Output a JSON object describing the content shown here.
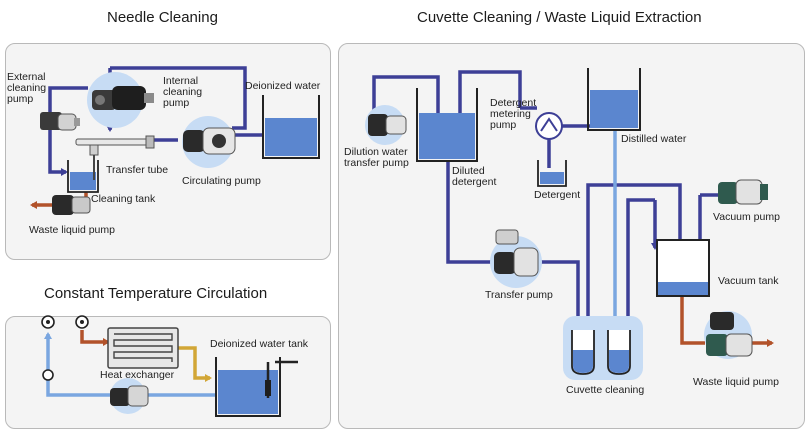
{
  "titles": {
    "needle": "Needle Cleaning",
    "cuvette": "Cuvette Cleaning / Waste Liquid Extraction",
    "temp": "Constant Temperature Circulation"
  },
  "labels": {
    "external_pump": [
      "External",
      "cleaning",
      "pump"
    ],
    "internal_pump": [
      "Internal",
      "cleaning",
      "pump"
    ],
    "deionized_water": "Deionized water",
    "transfer_tube": "Transfer tube",
    "circulating_pump": "Circulating pump",
    "cleaning_tank": "Cleaning tank",
    "waste_liquid_pump_needle": "Waste liquid pump",
    "dilution_pump": [
      "Dilution water",
      "transfer pump"
    ],
    "detergent_metering": [
      "Detergent",
      "metering",
      "pump"
    ],
    "distilled_water": "Distilled water",
    "diluted_detergent": [
      "Diluted",
      "detergent"
    ],
    "detergent": "Detergent",
    "vacuum_pump": "Vacuum pump",
    "transfer_pump": "Transfer pump",
    "vacuum_tank": "Vacuum tank",
    "cuvette_cleaning": "Cuvette cleaning",
    "waste_liquid_pump_cuvette": "Waste liquid pump",
    "heat_exchanger": "Heat exchanger",
    "deionized_water_tank": "Deionized water tank"
  },
  "colors": {
    "flow_dark": "#3d3f96",
    "flow_light": "#7aa6e0",
    "flow_waste": "#b2522a",
    "flow_hot": "#d2a636",
    "water": "#5b86cf",
    "pump_halo": "#c7dcf4"
  }
}
